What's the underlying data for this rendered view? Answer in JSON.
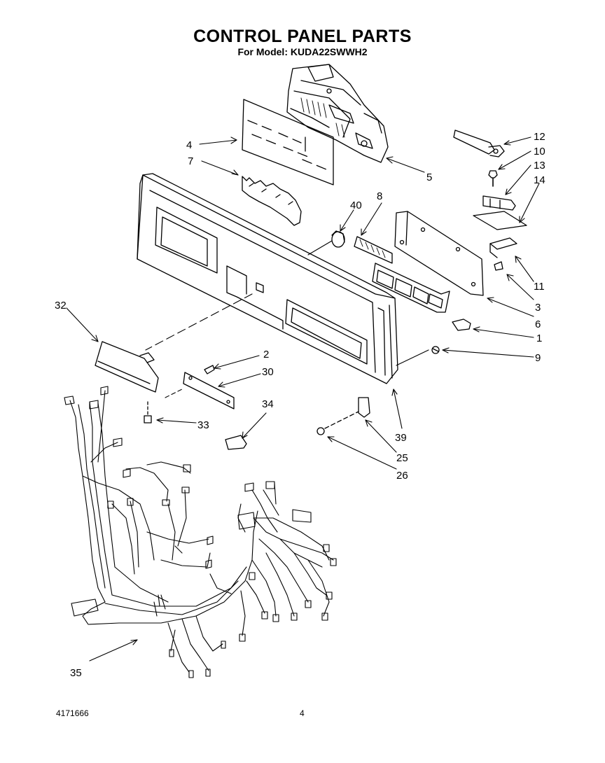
{
  "header": {
    "title": "CONTROL PANEL PARTS",
    "subtitle": "For Model: KUDA22SWWH2"
  },
  "footer": {
    "doc_number": "4171666",
    "page_number": "4"
  },
  "callouts": {
    "c1": "1",
    "c2": "2",
    "c3": "3",
    "c4": "4",
    "c5": "5",
    "c6": "6",
    "c7": "7",
    "c8": "8",
    "c9": "9",
    "c10": "10",
    "c11": "11",
    "c12": "12",
    "c13": "13",
    "c14": "14",
    "c25": "25",
    "c26": "26",
    "c30": "30",
    "c32": "32",
    "c33": "33",
    "c34": "34",
    "c35": "35",
    "c39": "39",
    "c40": "40"
  }
}
